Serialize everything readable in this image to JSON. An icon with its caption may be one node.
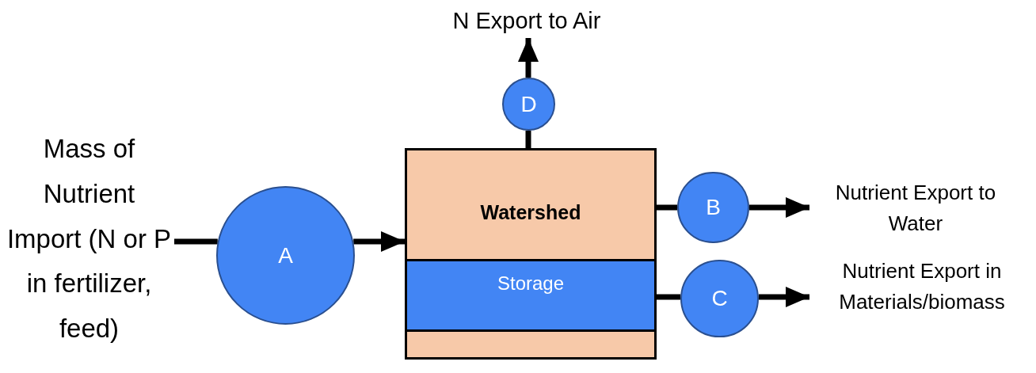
{
  "diagram": {
    "nodes": [
      {
        "text": [
          "Mass of Nutrient Import  (N or P in fertilizer, feed)"
        ]
      },
      {
        "text": [
          "A"
        ]
      },
      {
        "text": [
          "Watershed"
        ]
      },
      {
        "text": [
          "Storage"
        ],
        "in": 2
      },
      {
        "text": [
          "D"
        ]
      },
      {
        "text": [
          "N Export to Air"
        ]
      },
      {
        "text": [
          "B"
        ]
      },
      {
        "text": [
          "Nutrient Export to Water"
        ]
      },
      {
        "text": [
          "C"
        ]
      },
      {
        "text": [
          "Nutrient Export in Materials/biomass"
        ]
      }
    ],
    "edges": [
      {
        "from": 0,
        "to": 1,
        "arrow": "none"
      },
      {
        "from": 1,
        "to": 2,
        "arrow": "to"
      },
      {
        "from": 2,
        "to": 4,
        "arrow": "none"
      },
      {
        "from": 4,
        "to": 5,
        "arrow": "to"
      },
      {
        "from": 2,
        "to": 6,
        "arrow": "none"
      },
      {
        "from": 6,
        "to": 7,
        "arrow": "to"
      },
      {
        "from": 3,
        "to": 8,
        "arrow": "none"
      },
      {
        "from": 8,
        "to": 9,
        "arrow": "to"
      }
    ]
  }
}
